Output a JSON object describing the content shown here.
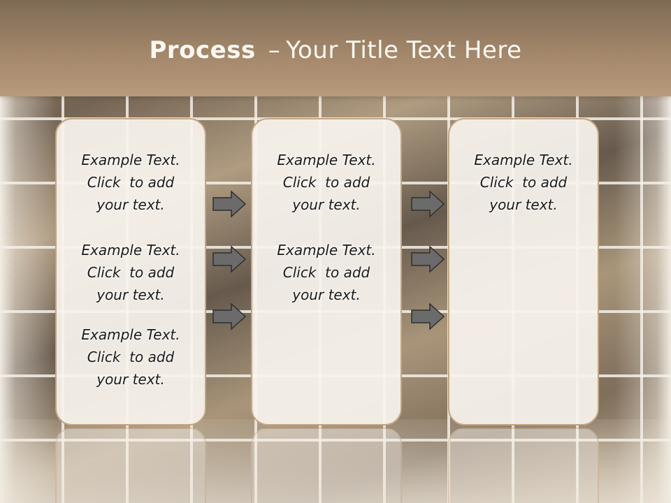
{
  "title": {
    "bold": "Process",
    "dash": "–",
    "rest": "Your Title Text Here"
  },
  "columns": [
    {
      "blocks": [
        [
          "Example Text.",
          "Click  to add",
          "your text."
        ],
        [
          "Example Text.",
          "Click  to add",
          "your text."
        ],
        [
          "Example Text.",
          "Click  to add",
          "your text."
        ]
      ]
    },
    {
      "blocks": [
        [
          "Example Text.",
          "Click  to add",
          "your text."
        ],
        [
          "Example Text.",
          "Click  to add",
          "your text."
        ]
      ]
    },
    {
      "blocks": [
        [
          "Example Text.",
          "Click  to add",
          "your text."
        ]
      ]
    }
  ],
  "arrow_icon": "right-arrow-icon",
  "colors": {
    "header": "#a3876a",
    "panel_border": "#c2a582",
    "arrow_fill": "#6b6b6b"
  }
}
